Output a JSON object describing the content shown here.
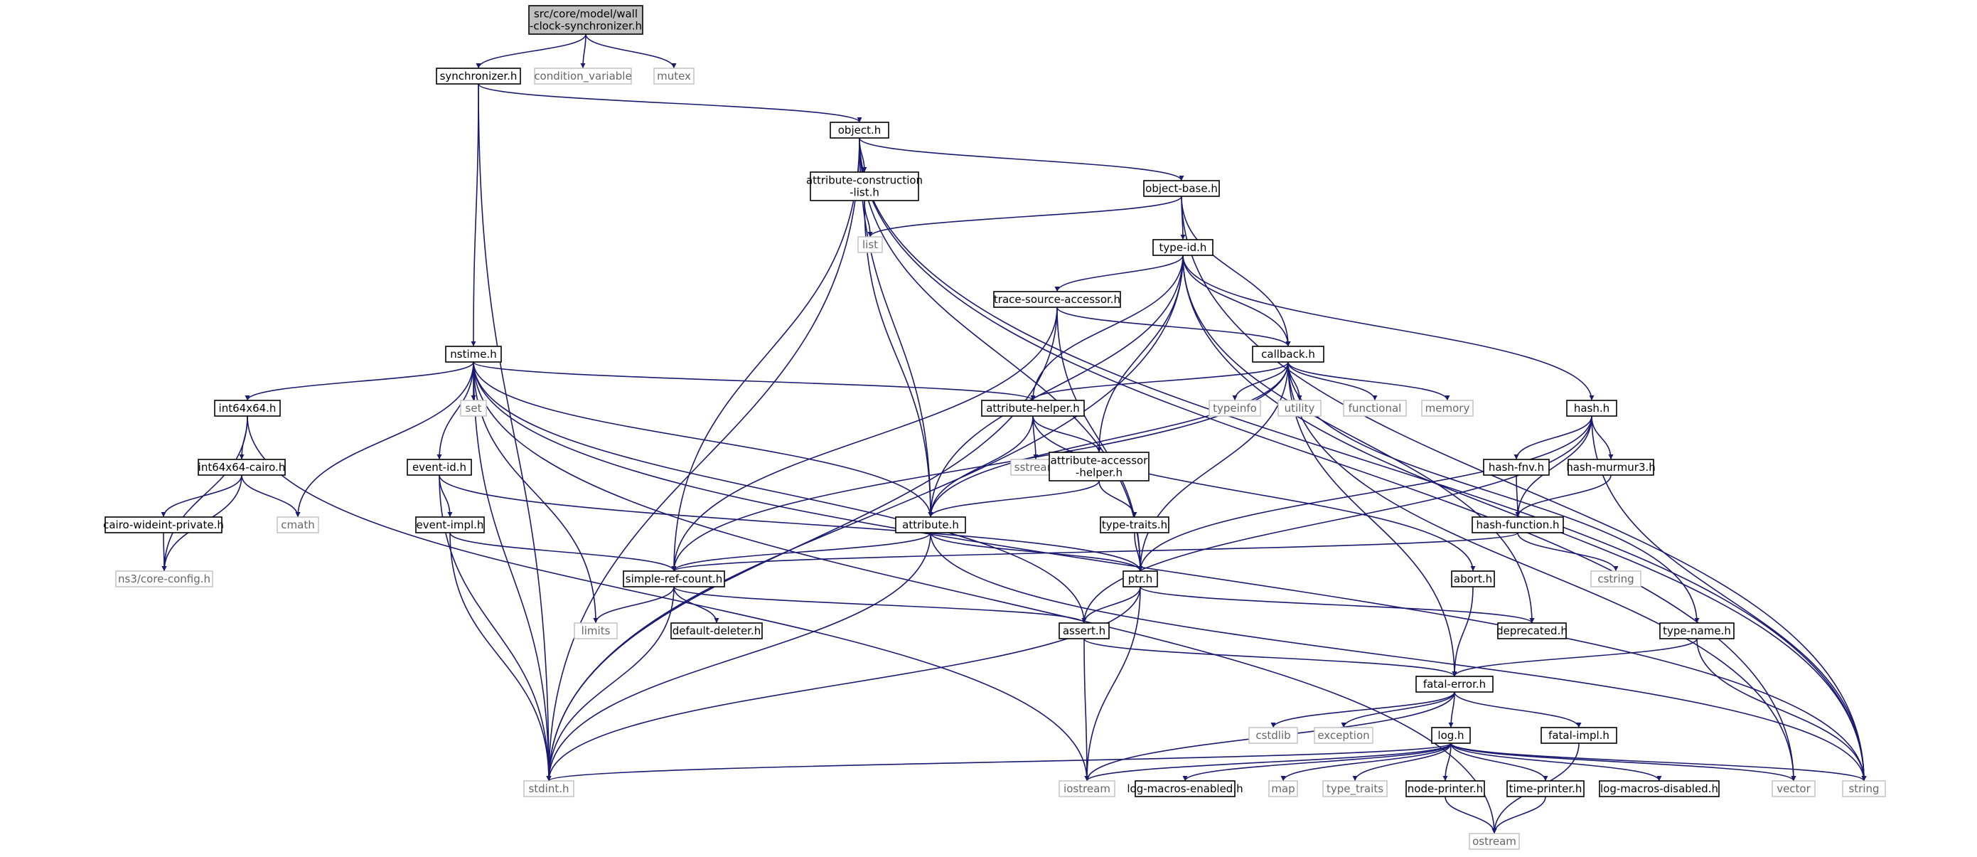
{
  "graph": {
    "colors": {
      "edge": "#191970",
      "root_fill": "#bfbfbf",
      "external_border": "#bfbfbf",
      "node_border": "#000000"
    },
    "nodes": [
      {
        "id": "root",
        "label": [
          "src/core/model/wall",
          "-clock-synchronizer.h"
        ],
        "kind": "root"
      },
      {
        "id": "synchronizer",
        "label": [
          "synchronizer.h"
        ],
        "kind": "internal"
      },
      {
        "id": "condvar",
        "label": [
          "condition_variable"
        ],
        "kind": "external"
      },
      {
        "id": "mutex",
        "label": [
          "mutex"
        ],
        "kind": "external"
      },
      {
        "id": "object",
        "label": [
          "object.h"
        ],
        "kind": "internal"
      },
      {
        "id": "nstime",
        "label": [
          "nstime.h"
        ],
        "kind": "internal"
      },
      {
        "id": "attrcons",
        "label": [
          "attribute-construction",
          "-list.h"
        ],
        "kind": "internal"
      },
      {
        "id": "objbase",
        "label": [
          "object-base.h"
        ],
        "kind": "internal"
      },
      {
        "id": "list",
        "label": [
          "list"
        ],
        "kind": "external"
      },
      {
        "id": "typeid",
        "label": [
          "type-id.h"
        ],
        "kind": "internal"
      },
      {
        "id": "tsa",
        "label": [
          "trace-source-accessor.h"
        ],
        "kind": "internal"
      },
      {
        "id": "callback",
        "label": [
          "callback.h"
        ],
        "kind": "internal"
      },
      {
        "id": "int64",
        "label": [
          "int64x64.h"
        ],
        "kind": "internal"
      },
      {
        "id": "set",
        "label": [
          "set"
        ],
        "kind": "external"
      },
      {
        "id": "attrhelper",
        "label": [
          "attribute-helper.h"
        ],
        "kind": "internal"
      },
      {
        "id": "typeinfo",
        "label": [
          "typeinfo"
        ],
        "kind": "external"
      },
      {
        "id": "utility",
        "label": [
          "utility"
        ],
        "kind": "external"
      },
      {
        "id": "functional",
        "label": [
          "functional"
        ],
        "kind": "external"
      },
      {
        "id": "memory",
        "label": [
          "memory"
        ],
        "kind": "external"
      },
      {
        "id": "hash",
        "label": [
          "hash.h"
        ],
        "kind": "internal"
      },
      {
        "id": "int64cairo",
        "label": [
          "int64x64-cairo.h"
        ],
        "kind": "internal"
      },
      {
        "id": "eventid",
        "label": [
          "event-id.h"
        ],
        "kind": "internal"
      },
      {
        "id": "sstream",
        "label": [
          "sstream"
        ],
        "kind": "external"
      },
      {
        "id": "aah",
        "label": [
          "attribute-accessor",
          "-helper.h"
        ],
        "kind": "internal"
      },
      {
        "id": "hashfnv",
        "label": [
          "hash-fnv.h"
        ],
        "kind": "internal"
      },
      {
        "id": "hashmurmur",
        "label": [
          "hash-murmur3.h"
        ],
        "kind": "internal"
      },
      {
        "id": "cairowide",
        "label": [
          "cairo-wideint-private.h"
        ],
        "kind": "internal"
      },
      {
        "id": "cmath",
        "label": [
          "cmath"
        ],
        "kind": "external"
      },
      {
        "id": "eventimpl",
        "label": [
          "event-impl.h"
        ],
        "kind": "internal"
      },
      {
        "id": "attribute",
        "label": [
          "attribute.h"
        ],
        "kind": "internal"
      },
      {
        "id": "typetraits",
        "label": [
          "type-traits.h"
        ],
        "kind": "internal"
      },
      {
        "id": "hashfunc",
        "label": [
          "hash-function.h"
        ],
        "kind": "internal"
      },
      {
        "id": "coreconfig",
        "label": [
          "ns3/core-config.h"
        ],
        "kind": "external"
      },
      {
        "id": "simpleref",
        "label": [
          "simple-ref-count.h"
        ],
        "kind": "internal"
      },
      {
        "id": "ptr",
        "label": [
          "ptr.h"
        ],
        "kind": "internal"
      },
      {
        "id": "abort",
        "label": [
          "abort.h"
        ],
        "kind": "internal"
      },
      {
        "id": "cstring",
        "label": [
          "cstring"
        ],
        "kind": "external"
      },
      {
        "id": "limits",
        "label": [
          "limits"
        ],
        "kind": "external"
      },
      {
        "id": "defdeleter",
        "label": [
          "default-deleter.h"
        ],
        "kind": "internal"
      },
      {
        "id": "assert",
        "label": [
          "assert.h"
        ],
        "kind": "internal"
      },
      {
        "id": "deprecated",
        "label": [
          "deprecated.h"
        ],
        "kind": "internal"
      },
      {
        "id": "typename",
        "label": [
          "type-name.h"
        ],
        "kind": "internal"
      },
      {
        "id": "fatalerror",
        "label": [
          "fatal-error.h"
        ],
        "kind": "internal"
      },
      {
        "id": "cstdlib",
        "label": [
          "cstdlib"
        ],
        "kind": "external"
      },
      {
        "id": "exception",
        "label": [
          "exception"
        ],
        "kind": "external"
      },
      {
        "id": "log",
        "label": [
          "log.h"
        ],
        "kind": "internal"
      },
      {
        "id": "fatalimpl",
        "label": [
          "fatal-impl.h"
        ],
        "kind": "internal"
      },
      {
        "id": "stdint",
        "label": [
          "stdint.h"
        ],
        "kind": "external"
      },
      {
        "id": "iostream",
        "label": [
          "iostream"
        ],
        "kind": "external"
      },
      {
        "id": "logenabled",
        "label": [
          "log-macros-enabled.h"
        ],
        "kind": "internal"
      },
      {
        "id": "map",
        "label": [
          "map"
        ],
        "kind": "external"
      },
      {
        "id": "type_traits",
        "label": [
          "type_traits"
        ],
        "kind": "external"
      },
      {
        "id": "nodeprinter",
        "label": [
          "node-printer.h"
        ],
        "kind": "internal"
      },
      {
        "id": "timeprinter",
        "label": [
          "time-printer.h"
        ],
        "kind": "internal"
      },
      {
        "id": "logdisabled",
        "label": [
          "log-macros-disabled.h"
        ],
        "kind": "internal"
      },
      {
        "id": "vector",
        "label": [
          "vector"
        ],
        "kind": "external"
      },
      {
        "id": "string",
        "label": [
          "string"
        ],
        "kind": "external"
      },
      {
        "id": "ostream",
        "label": [
          "ostream"
        ],
        "kind": "external"
      }
    ],
    "edges": [
      [
        "root",
        "synchronizer"
      ],
      [
        "root",
        "condvar"
      ],
      [
        "root",
        "mutex"
      ],
      [
        "synchronizer",
        "object"
      ],
      [
        "synchronizer",
        "nstime"
      ],
      [
        "synchronizer",
        "stdint"
      ],
      [
        "object",
        "attrcons"
      ],
      [
        "object",
        "objbase"
      ],
      [
        "object",
        "simpleref"
      ],
      [
        "object",
        "attribute"
      ],
      [
        "object",
        "ptr"
      ],
      [
        "object",
        "stdint"
      ],
      [
        "object",
        "vector"
      ],
      [
        "object",
        "string"
      ],
      [
        "attrcons",
        "list"
      ],
      [
        "attrcons",
        "attribute"
      ],
      [
        "objbase",
        "list"
      ],
      [
        "objbase",
        "typeid"
      ],
      [
        "objbase",
        "callback"
      ],
      [
        "objbase",
        "string"
      ],
      [
        "typeid",
        "tsa"
      ],
      [
        "typeid",
        "callback"
      ],
      [
        "typeid",
        "attrhelper"
      ],
      [
        "typeid",
        "aah"
      ],
      [
        "typeid",
        "attribute"
      ],
      [
        "typeid",
        "hash"
      ],
      [
        "typeid",
        "deprecated"
      ],
      [
        "typeid",
        "stdint"
      ],
      [
        "typeid",
        "string"
      ],
      [
        "tsa",
        "callback"
      ],
      [
        "tsa",
        "simpleref"
      ],
      [
        "tsa",
        "ptr"
      ],
      [
        "tsa",
        "stdint"
      ],
      [
        "callback",
        "attrhelper"
      ],
      [
        "callback",
        "attribute"
      ],
      [
        "callback",
        "typeinfo"
      ],
      [
        "callback",
        "utility"
      ],
      [
        "callback",
        "functional"
      ],
      [
        "callback",
        "memory"
      ],
      [
        "callback",
        "ptr"
      ],
      [
        "callback",
        "simpleref"
      ],
      [
        "callback",
        "typename"
      ],
      [
        "callback",
        "fatalerror"
      ],
      [
        "callback",
        "vector"
      ],
      [
        "nstime",
        "int64"
      ],
      [
        "nstime",
        "set"
      ],
      [
        "nstime",
        "attrhelper"
      ],
      [
        "nstime",
        "cmath"
      ],
      [
        "nstime",
        "eventid"
      ],
      [
        "nstime",
        "attribute"
      ],
      [
        "nstime",
        "assert"
      ],
      [
        "nstime",
        "limits"
      ],
      [
        "nstime",
        "stdint"
      ],
      [
        "nstime",
        "ostream"
      ],
      [
        "nstime",
        "string"
      ],
      [
        "int64",
        "int64cairo"
      ],
      [
        "int64",
        "coreconfig"
      ],
      [
        "int64",
        "iostream"
      ],
      [
        "int64cairo",
        "cairowide"
      ],
      [
        "int64cairo",
        "coreconfig"
      ],
      [
        "int64cairo",
        "cmath"
      ],
      [
        "cairowide",
        "coreconfig"
      ],
      [
        "eventid",
        "eventimpl"
      ],
      [
        "eventid",
        "ptr"
      ],
      [
        "eventid",
        "stdint"
      ],
      [
        "eventimpl",
        "simpleref"
      ],
      [
        "eventimpl",
        "stdint"
      ],
      [
        "attrhelper",
        "sstream"
      ],
      [
        "attrhelper",
        "aah"
      ],
      [
        "attrhelper",
        "attribute"
      ],
      [
        "attrhelper",
        "abort"
      ],
      [
        "aah",
        "typetraits"
      ],
      [
        "aah",
        "attribute"
      ],
      [
        "typetraits",
        "ptr"
      ],
      [
        "attribute",
        "ptr"
      ],
      [
        "attribute",
        "simpleref"
      ],
      [
        "attribute",
        "stdint"
      ],
      [
        "attribute",
        "string"
      ],
      [
        "hash",
        "hashfnv"
      ],
      [
        "hash",
        "hashmurmur"
      ],
      [
        "hash",
        "hashfunc"
      ],
      [
        "hash",
        "ptr"
      ],
      [
        "hash",
        "assert"
      ],
      [
        "hash",
        "string"
      ],
      [
        "hashfnv",
        "hashfunc"
      ],
      [
        "hashmurmur",
        "hashfunc"
      ],
      [
        "hashfunc",
        "cstring"
      ],
      [
        "hashfunc",
        "simpleref"
      ],
      [
        "simpleref",
        "limits"
      ],
      [
        "simpleref",
        "defdeleter"
      ],
      [
        "simpleref",
        "assert"
      ],
      [
        "simpleref",
        "stdint"
      ],
      [
        "ptr",
        "assert"
      ],
      [
        "ptr",
        "deprecated"
      ],
      [
        "ptr",
        "iostream"
      ],
      [
        "ptr",
        "stdint"
      ],
      [
        "assert",
        "fatalerror"
      ],
      [
        "assert",
        "iostream"
      ],
      [
        "abort",
        "fatalerror"
      ],
      [
        "typename",
        "fatalerror"
      ],
      [
        "typename",
        "string"
      ],
      [
        "fatalerror",
        "cstdlib"
      ],
      [
        "fatalerror",
        "exception"
      ],
      [
        "fatalerror",
        "log"
      ],
      [
        "fatalerror",
        "fatalimpl"
      ],
      [
        "fatalerror",
        "iostream"
      ],
      [
        "fatalimpl",
        "ostream"
      ],
      [
        "log",
        "logenabled"
      ],
      [
        "log",
        "logdisabled"
      ],
      [
        "log",
        "map"
      ],
      [
        "log",
        "type_traits"
      ],
      [
        "log",
        "nodeprinter"
      ],
      [
        "log",
        "timeprinter"
      ],
      [
        "log",
        "iostream"
      ],
      [
        "log",
        "stdint"
      ],
      [
        "log",
        "vector"
      ],
      [
        "log",
        "string"
      ],
      [
        "nodeprinter",
        "ostream"
      ],
      [
        "timeprinter",
        "ostream"
      ]
    ]
  }
}
